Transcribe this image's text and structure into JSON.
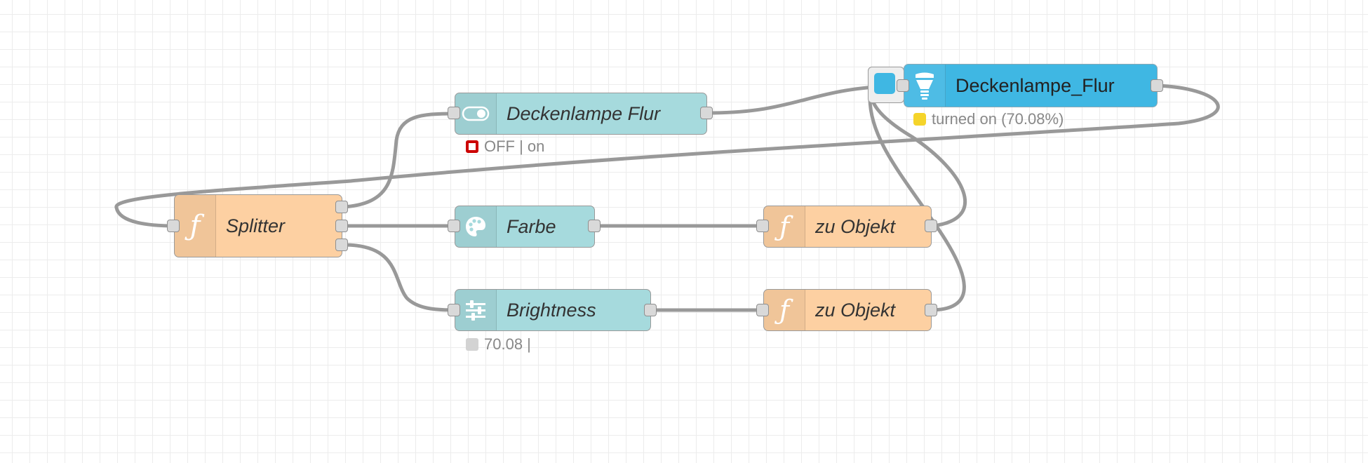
{
  "nodes": {
    "switch": {
      "label": "Deckenlampe Flur",
      "icon": "toggle-switch-icon",
      "status": "OFF | on",
      "status_indicator": "red-ring"
    },
    "splitter": {
      "label": "Splitter",
      "icon": "function-icon"
    },
    "farbe": {
      "label": "Farbe",
      "icon": "palette-icon"
    },
    "brightness": {
      "label": "Brightness",
      "icon": "slider-icon",
      "status": "70.08 |",
      "status_indicator": "grey"
    },
    "zu_objekt_1": {
      "label": "zu Objekt",
      "icon": "function-icon"
    },
    "zu_objekt_2": {
      "label": "zu Objekt",
      "icon": "function-icon"
    },
    "lamp": {
      "label": "Deckenlampe_Flur",
      "icon": "light-bulb-icon",
      "status": "turned on (70.08%)",
      "status_indicator": "yellow"
    }
  },
  "colors": {
    "canvas_grid": "#ececec",
    "dashboard_node": "#a6dadd",
    "function_node": "#fdd0a2",
    "hue_node": "#3fb7e3",
    "wire": "#999999"
  }
}
